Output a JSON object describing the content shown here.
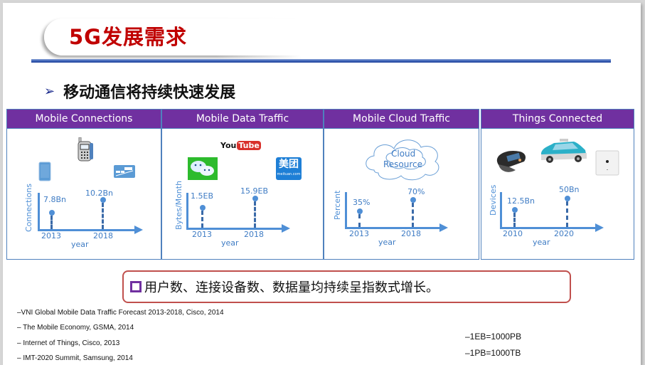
{
  "slide": {
    "title": "5G发展需求",
    "heading": "移动通信将持续快速发展",
    "heading_bullet": "➢",
    "summary": "用户数、连接设备数、数据量均持续呈指数式增长。",
    "colors": {
      "title": "#c00000",
      "panel_header": "#7030a0",
      "panel_border": "#4f81bd",
      "axis": "#4f8fd6",
      "summary_border": "#c0504d"
    }
  },
  "panels": [
    {
      "title": "Mobile Connections",
      "ylabel": "Connections",
      "xlabel": "year",
      "icons": [
        "tablet-icon",
        "feature-phone-icon",
        "card-device-icon"
      ],
      "points": [
        {
          "x": "2013",
          "value": "7.8Bn"
        },
        {
          "x": "2018",
          "value": "10.2Bn"
        }
      ]
    },
    {
      "title": "Mobile Data Traffic",
      "ylabel": "Bytes/Month",
      "xlabel": "year",
      "icons": [
        "wechat-icon",
        "youtube-logo",
        "meituan-icon"
      ],
      "youtube": {
        "you": "You",
        "tube": "Tube"
      },
      "meituan": {
        "main": "美团",
        "sub": "meituan.com"
      },
      "points": [
        {
          "x": "2013",
          "value": "1.5EB"
        },
        {
          "x": "2018",
          "value": "15.9EB"
        }
      ]
    },
    {
      "title": "Mobile Cloud Traffic",
      "ylabel": "Percent",
      "xlabel": "year",
      "cloud_label_1": "Cloud",
      "cloud_label_2": "Resource",
      "points": [
        {
          "x": "2013",
          "value": "35%"
        },
        {
          "x": "2018",
          "value": "70%"
        }
      ]
    },
    {
      "title": "Things Connected",
      "ylabel": "Devices",
      "xlabel": "year",
      "icons": [
        "smartwatch-icon",
        "taxi-car-icon",
        "ipad-icon"
      ],
      "points": [
        {
          "x": "2010",
          "value": "12.5Bn"
        },
        {
          "x": "2020",
          "value": "50Bn"
        }
      ]
    }
  ],
  "references": [
    "–VNI Global Mobile Data Traffic Forecast 2013-2018, Cisco, 2014",
    "– The Mobile Economy, GSMA, 2014",
    "– Internet of Things, Cisco, 2013",
    "– IMT-2020 Summit, Samsung, 2014"
  ],
  "units": [
    "–1EB=1000PB",
    "–1PB=1000TB"
  ],
  "chart_data": [
    {
      "type": "scatter",
      "title": "Mobile Connections",
      "xlabel": "year",
      "ylabel": "Connections",
      "x": [
        "2013",
        "2018"
      ],
      "values": [
        7.8,
        10.2
      ],
      "labels": [
        "7.8Bn",
        "10.2Bn"
      ]
    },
    {
      "type": "scatter",
      "title": "Mobile Data Traffic",
      "xlabel": "year",
      "ylabel": "Bytes/Month",
      "x": [
        "2013",
        "2018"
      ],
      "values": [
        1.5,
        15.9
      ],
      "labels": [
        "1.5EB",
        "15.9EB"
      ]
    },
    {
      "type": "scatter",
      "title": "Mobile Cloud Traffic",
      "xlabel": "year",
      "ylabel": "Percent",
      "x": [
        "2013",
        "2018"
      ],
      "values": [
        35,
        70
      ],
      "labels": [
        "35%",
        "70%"
      ]
    },
    {
      "type": "scatter",
      "title": "Things Connected",
      "xlabel": "year",
      "ylabel": "Devices",
      "x": [
        "2010",
        "2020"
      ],
      "values": [
        12.5,
        50
      ],
      "labels": [
        "12.5Bn",
        "50Bn"
      ]
    }
  ]
}
